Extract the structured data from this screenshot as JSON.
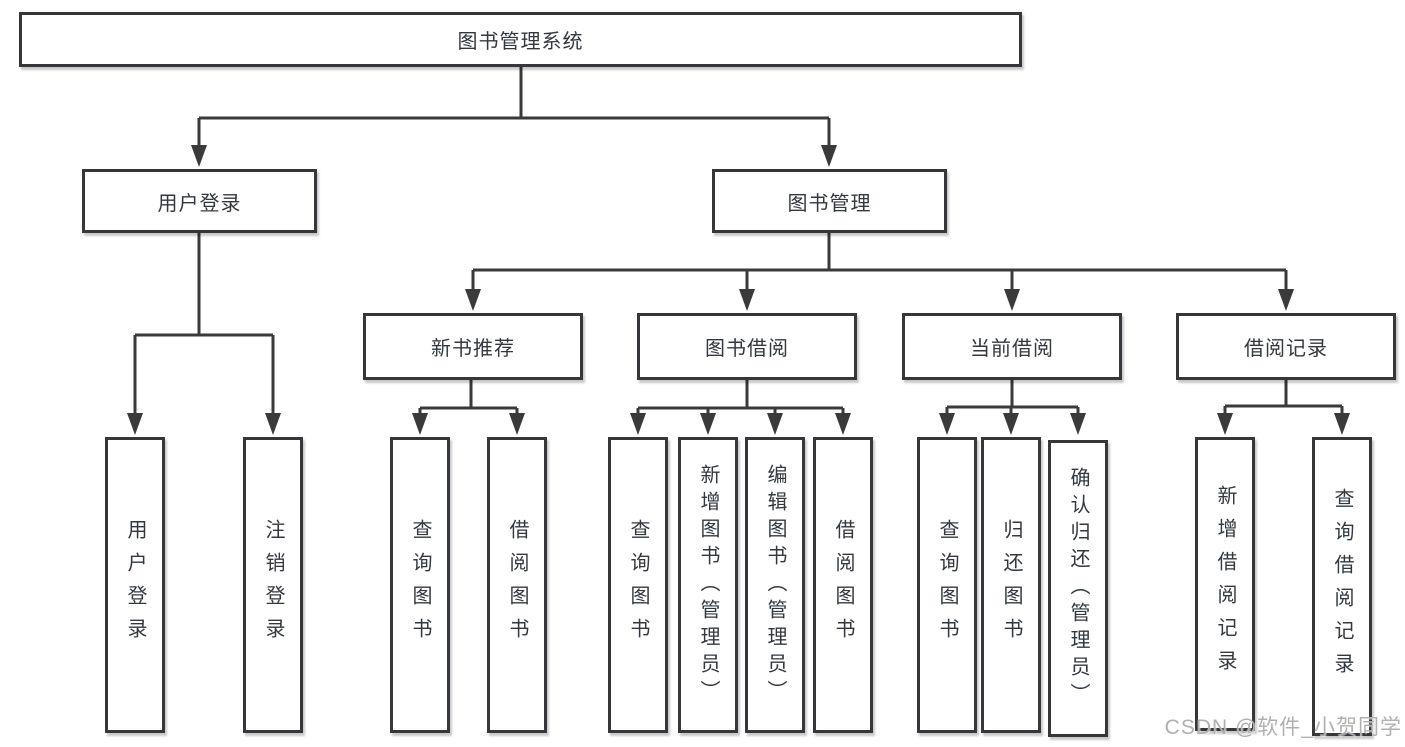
{
  "diagram": {
    "root": "图书管理系统",
    "level2": [
      "用户登录",
      "图书管理"
    ],
    "level3": [
      "新书推荐",
      "图书借阅",
      "当前借阅",
      "借阅记录"
    ],
    "leaves": {
      "user_login": [
        "用户登录",
        "注销登录"
      ],
      "new_book_rec": [
        "查询图书",
        "借阅图书"
      ],
      "book_borrow": [
        "查询图书",
        "新增图书（管理员）",
        "编辑图书（管理员）",
        "借阅图书"
      ],
      "current_borrow": [
        "查询图书",
        "归还图书",
        "确认归还（管理员）"
      ],
      "borrow_record": [
        "新增借阅记录",
        "查询借阅记录"
      ]
    }
  },
  "watermark": "CSDN @软件_小贺同学",
  "colors": {
    "line": "#3a3a3a",
    "box_border": "#36373a",
    "text": "#333840",
    "background": "#ffffff",
    "watermark": "#b0b0b0"
  }
}
